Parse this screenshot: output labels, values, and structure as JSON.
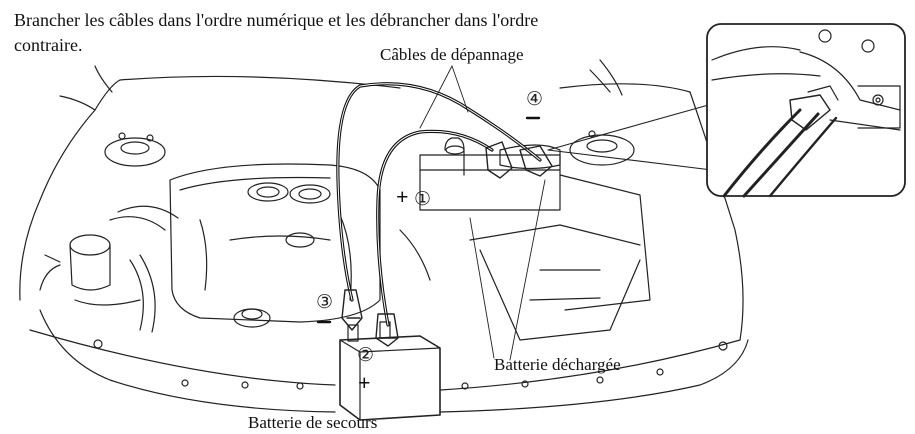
{
  "instruction": {
    "line1": "Brancher les câbles dans l'ordre numérique et les débrancher dans l'ordre",
    "line2": "contraire."
  },
  "labels": {
    "jumper_cables": "Câbles de dépannage",
    "discharged_battery": "Batterie déchargée",
    "booster_battery": "Batterie de secours"
  },
  "steps": {
    "step1": "①",
    "step2": "②",
    "step3": "③",
    "step4": "④"
  },
  "signs": {
    "plus_1": "+",
    "plus_2": "+",
    "minus_3": "–",
    "minus_4": "–"
  }
}
